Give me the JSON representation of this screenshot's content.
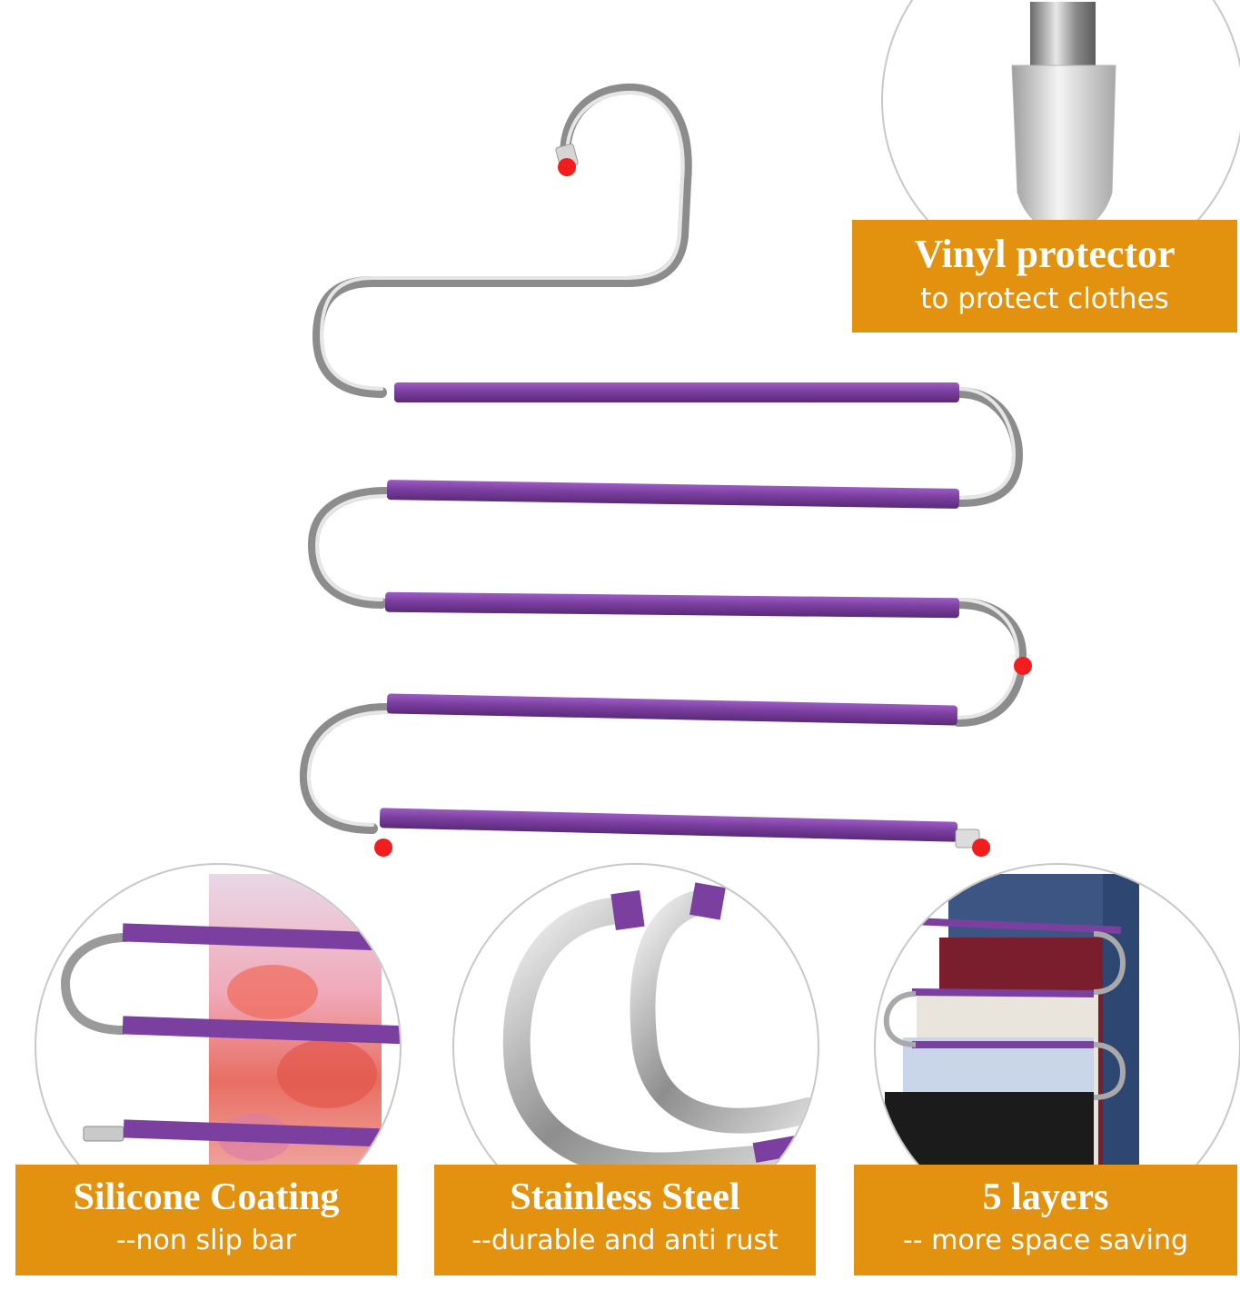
{
  "colors": {
    "banner": "#e2920f",
    "coating": "#7b3fa0",
    "steel": "#b9b9b9",
    "marker": "#f21d1d"
  },
  "icons": {
    "main": "s-shaped-pants-hanger-image",
    "detail_tip": "vinyl-tip-closeup-image",
    "detail_coating": "silicone-coated-bars-with-scarf-image",
    "detail_steel": "stainless-steel-bends-closeup-image",
    "detail_layers": "hanger-with-five-pants-image"
  },
  "features": {
    "vinyl": {
      "title": "Vinyl protector",
      "subtitle": "to protect clothes"
    },
    "silicone": {
      "title": "Silicone Coating",
      "subtitle": "--non slip bar"
    },
    "steel": {
      "title": "Stainless Steel",
      "subtitle": "--durable and anti rust"
    },
    "layers": {
      "title": "5 layers",
      "subtitle": "-- more space saving"
    }
  }
}
